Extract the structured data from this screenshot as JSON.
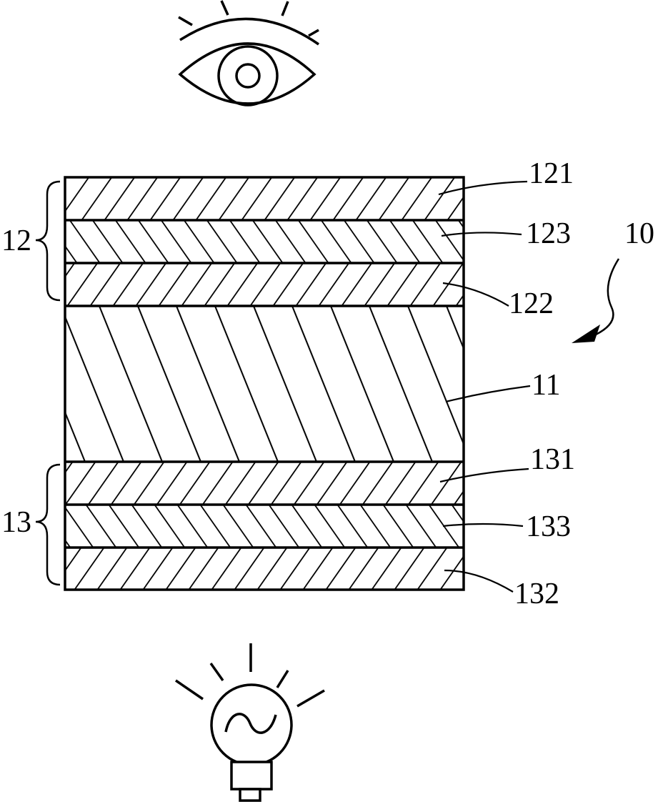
{
  "diagram": {
    "assembly_label": "10",
    "group_labels": {
      "upper": "12",
      "lower": "13"
    },
    "layer_labels": {
      "l121": "121",
      "l123": "123",
      "l122": "122",
      "l11": "11",
      "l131": "131",
      "l133": "133",
      "l132": "132"
    },
    "icons": {
      "observer": "eye-icon",
      "source": "light-bulb-icon"
    },
    "colors": {
      "ink": "#000000",
      "paper": "#ffffff"
    }
  }
}
